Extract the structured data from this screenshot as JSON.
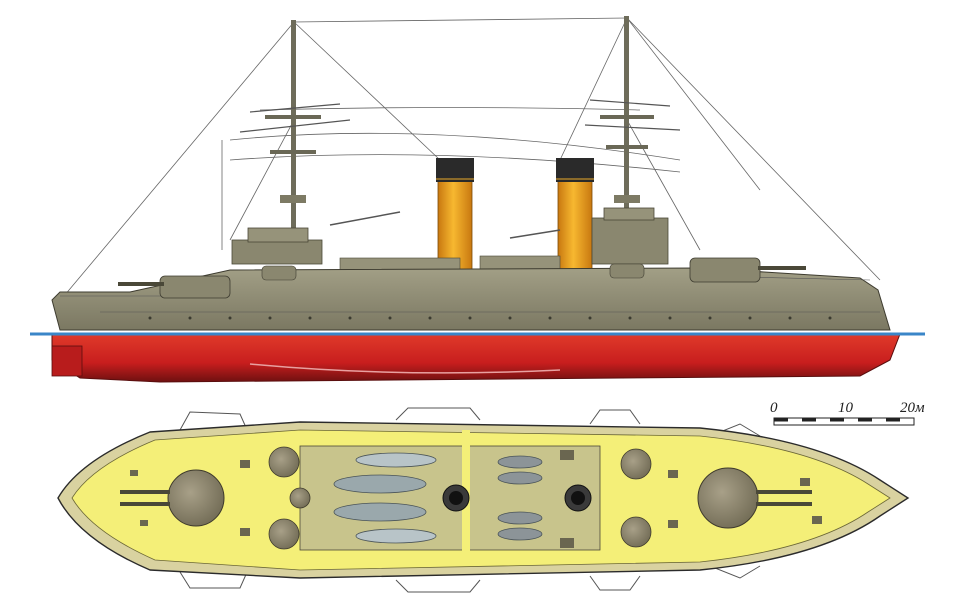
{
  "scale": {
    "ticks": [
      "0",
      "10",
      "20м"
    ]
  },
  "colors": {
    "hull_upper": "#8f8c74",
    "hull_lower": "#c81e1e",
    "funnel": "#f0a020",
    "funnel_cap": "#2a2a2a",
    "waterline": "#3a86c8",
    "deck": "#f4ef78",
    "turret": "#8c8468",
    "boat": "#b8c4c8",
    "outline": "#2b2b2b"
  },
  "views": [
    "side-profile",
    "top-plan"
  ]
}
